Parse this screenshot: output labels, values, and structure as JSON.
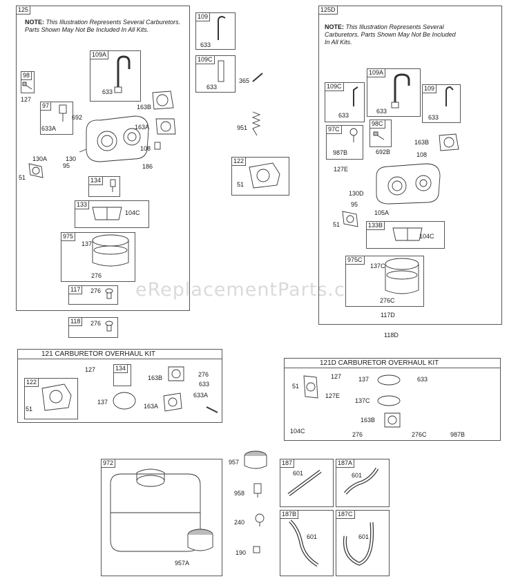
{
  "watermark": "eReplacementParts.com",
  "group_125": {
    "tag": "125",
    "note_bold": "NOTE:",
    "note_text": "This Illustration Represents Several Carburetors. Parts Shown May Not Be Included In All Kits."
  },
  "group_125d": {
    "tag": "125D",
    "note_bold": "NOTE:",
    "note_text": "This Illustration Represents Several Carburetors. Parts Shown May Not Be Included In All Kits."
  },
  "kit_121": {
    "title": "121 CARBURETOR OVERHAUL KIT"
  },
  "kit_121d": {
    "title": "121D CARBURETOR OVERHAUL KIT"
  },
  "tags": {
    "t98": "98",
    "t109a": "109A",
    "t97": "97",
    "t134": "134",
    "t133": "133",
    "t975": "975",
    "t117": "117",
    "t118": "118",
    "t109": "109",
    "t109c": "109C",
    "t122": "122",
    "t109c_d": "109C",
    "t109a_d": "109A",
    "t109_d": "109",
    "t97c": "97C",
    "t98c": "98C",
    "t133b": "133B",
    "t975c": "975C",
    "k_122": "122",
    "k_134": "134",
    "t972": "972",
    "t187": "187",
    "t187a": "187A",
    "t187b": "187B",
    "t187c": "187C"
  },
  "labels": {
    "l127a": "127",
    "l633a": "633",
    "l692": "692",
    "l633A": "633A",
    "l163B": "163B",
    "l163A": "163A",
    "l108": "108",
    "l186": "186",
    "l130A": "130A",
    "l130": "130",
    "l95": "95",
    "l51": "51",
    "l104C": "104C",
    "l137": "137",
    "l276a": "276",
    "l276b": "276",
    "l276c": "276",
    "l633b": "633",
    "l633c": "633",
    "l365": "365",
    "l951": "951",
    "l51b": "51",
    "d633a": "633",
    "d633b": "633",
    "d633c": "633",
    "d987B": "987B",
    "d692B": "692B",
    "d163B": "163B",
    "d108": "108",
    "d127E": "127E",
    "d130D": "130D",
    "d95": "95",
    "d105A": "105A",
    "d51": "51",
    "d104C": "104C",
    "d137C": "137C",
    "d276C": "276C",
    "d117D": "117D",
    "d118D": "118D",
    "k127": "127",
    "k163B": "163B",
    "k276": "276",
    "k633": "633",
    "k633A": "633A",
    "k137": "137",
    "k163A": "163A",
    "k51": "51",
    "kd51": "51",
    "kd127": "127",
    "kd137": "137",
    "kd633": "633",
    "kd127E": "127E",
    "kd137C": "137C",
    "kd163B": "163B",
    "kd104C": "104C",
    "kd276": "276",
    "kd276C": "276C",
    "kd987B": "987B",
    "f957": "957",
    "f958": "958",
    "f240": "240",
    "f190": "190",
    "f957A": "957A",
    "f601a": "601",
    "f601b": "601",
    "f601c": "601",
    "f601d": "601"
  }
}
